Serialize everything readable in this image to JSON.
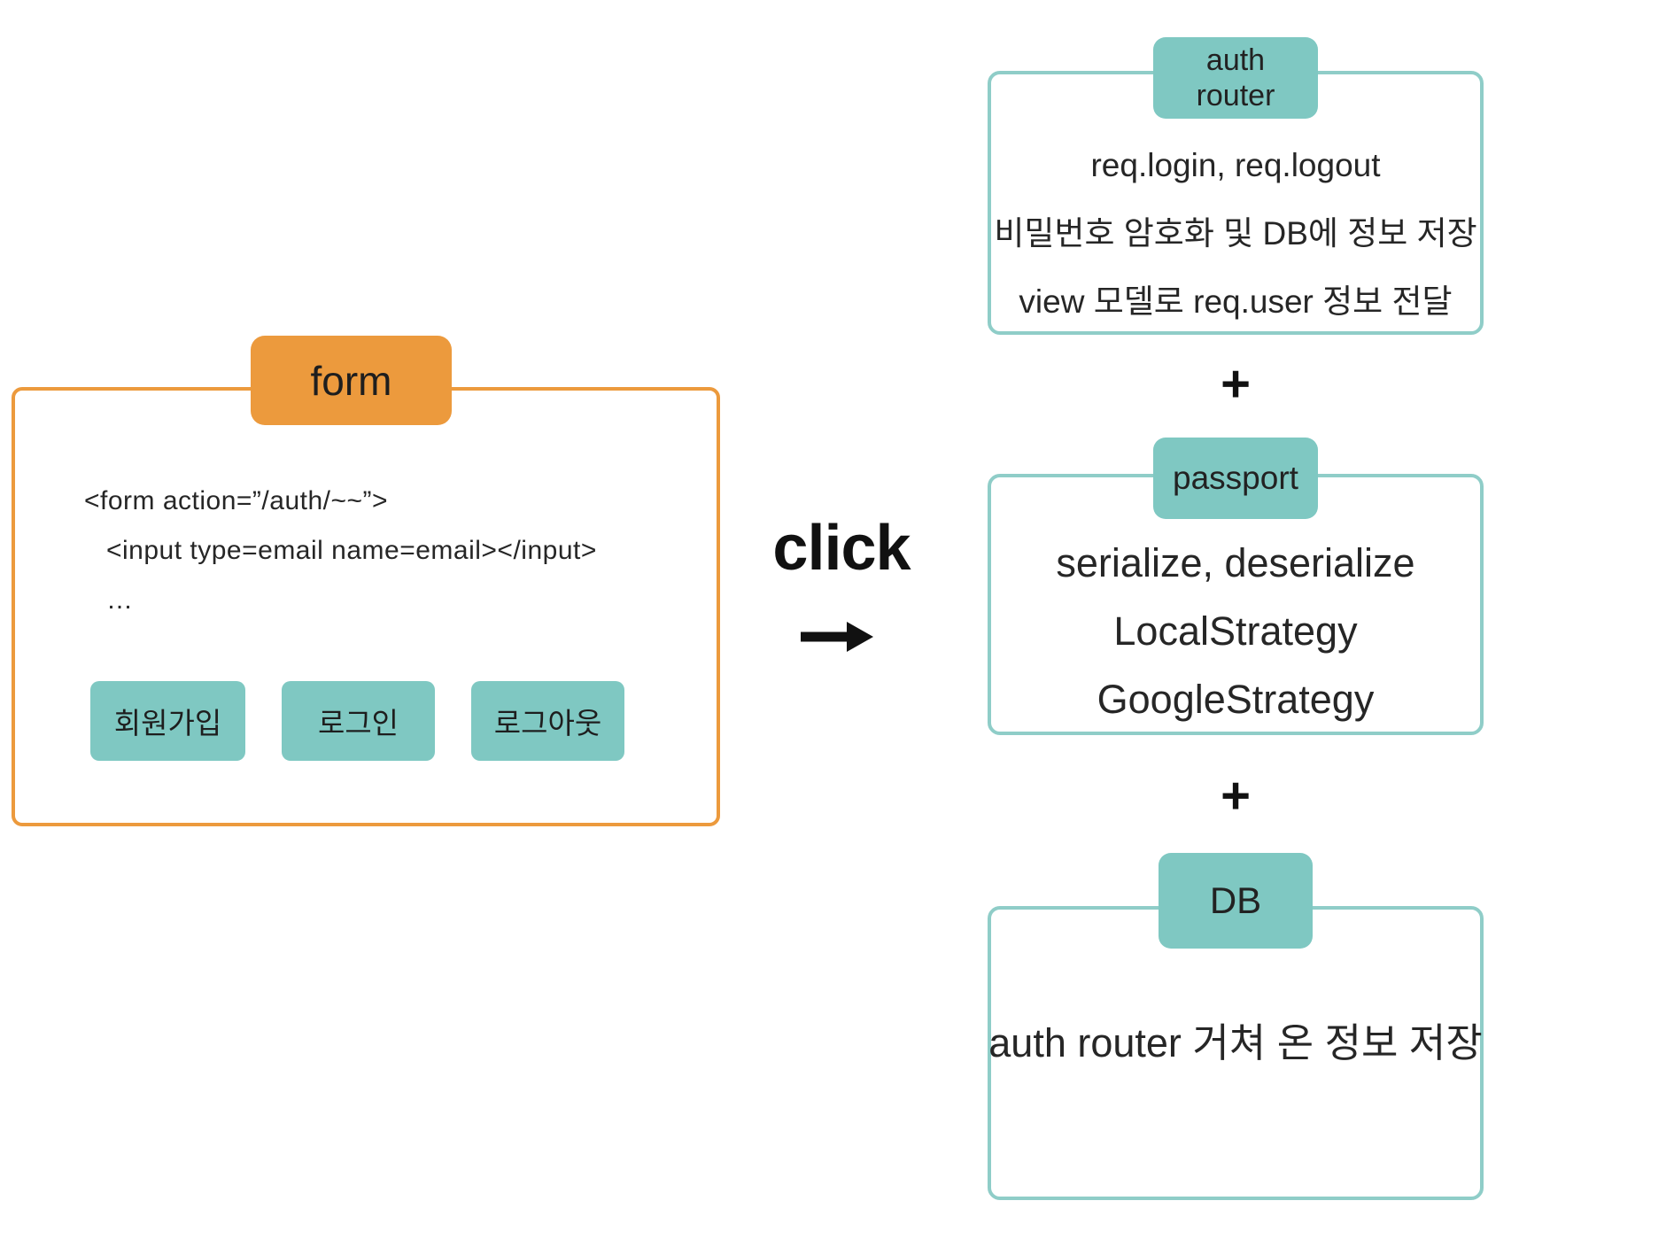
{
  "colors": {
    "orange": "#EC9A3D",
    "teal_fill": "#7FC8C2",
    "teal_border": "#8FCDC8",
    "text_dark": "#262626",
    "text_black": "#111111"
  },
  "form_panel": {
    "tab_label": "form",
    "code_lines": [
      "<form action=”/auth/~~”>",
      "<input type=email name=email></input>",
      "…"
    ],
    "buttons": [
      {
        "label": "회원가입"
      },
      {
        "label": "로그인"
      },
      {
        "label": "로그아웃"
      }
    ]
  },
  "click": {
    "label": "click",
    "arrow_icon": "right-arrow"
  },
  "stack": {
    "plus": "+",
    "boxes": [
      {
        "tab_lines": [
          "auth",
          "router"
        ],
        "lines": [
          "req.login, req.logout",
          "비밀번호 암호화 및 DB에 정보 저장",
          "view 모델로 req.user 정보 전달"
        ]
      },
      {
        "tab": "passport",
        "lines": [
          "serialize, deserialize",
          "LocalStrategy",
          "GoogleStrategy"
        ]
      },
      {
        "tab": "DB",
        "lines": [
          "auth router 거쳐 온 정보 저장"
        ]
      }
    ]
  }
}
